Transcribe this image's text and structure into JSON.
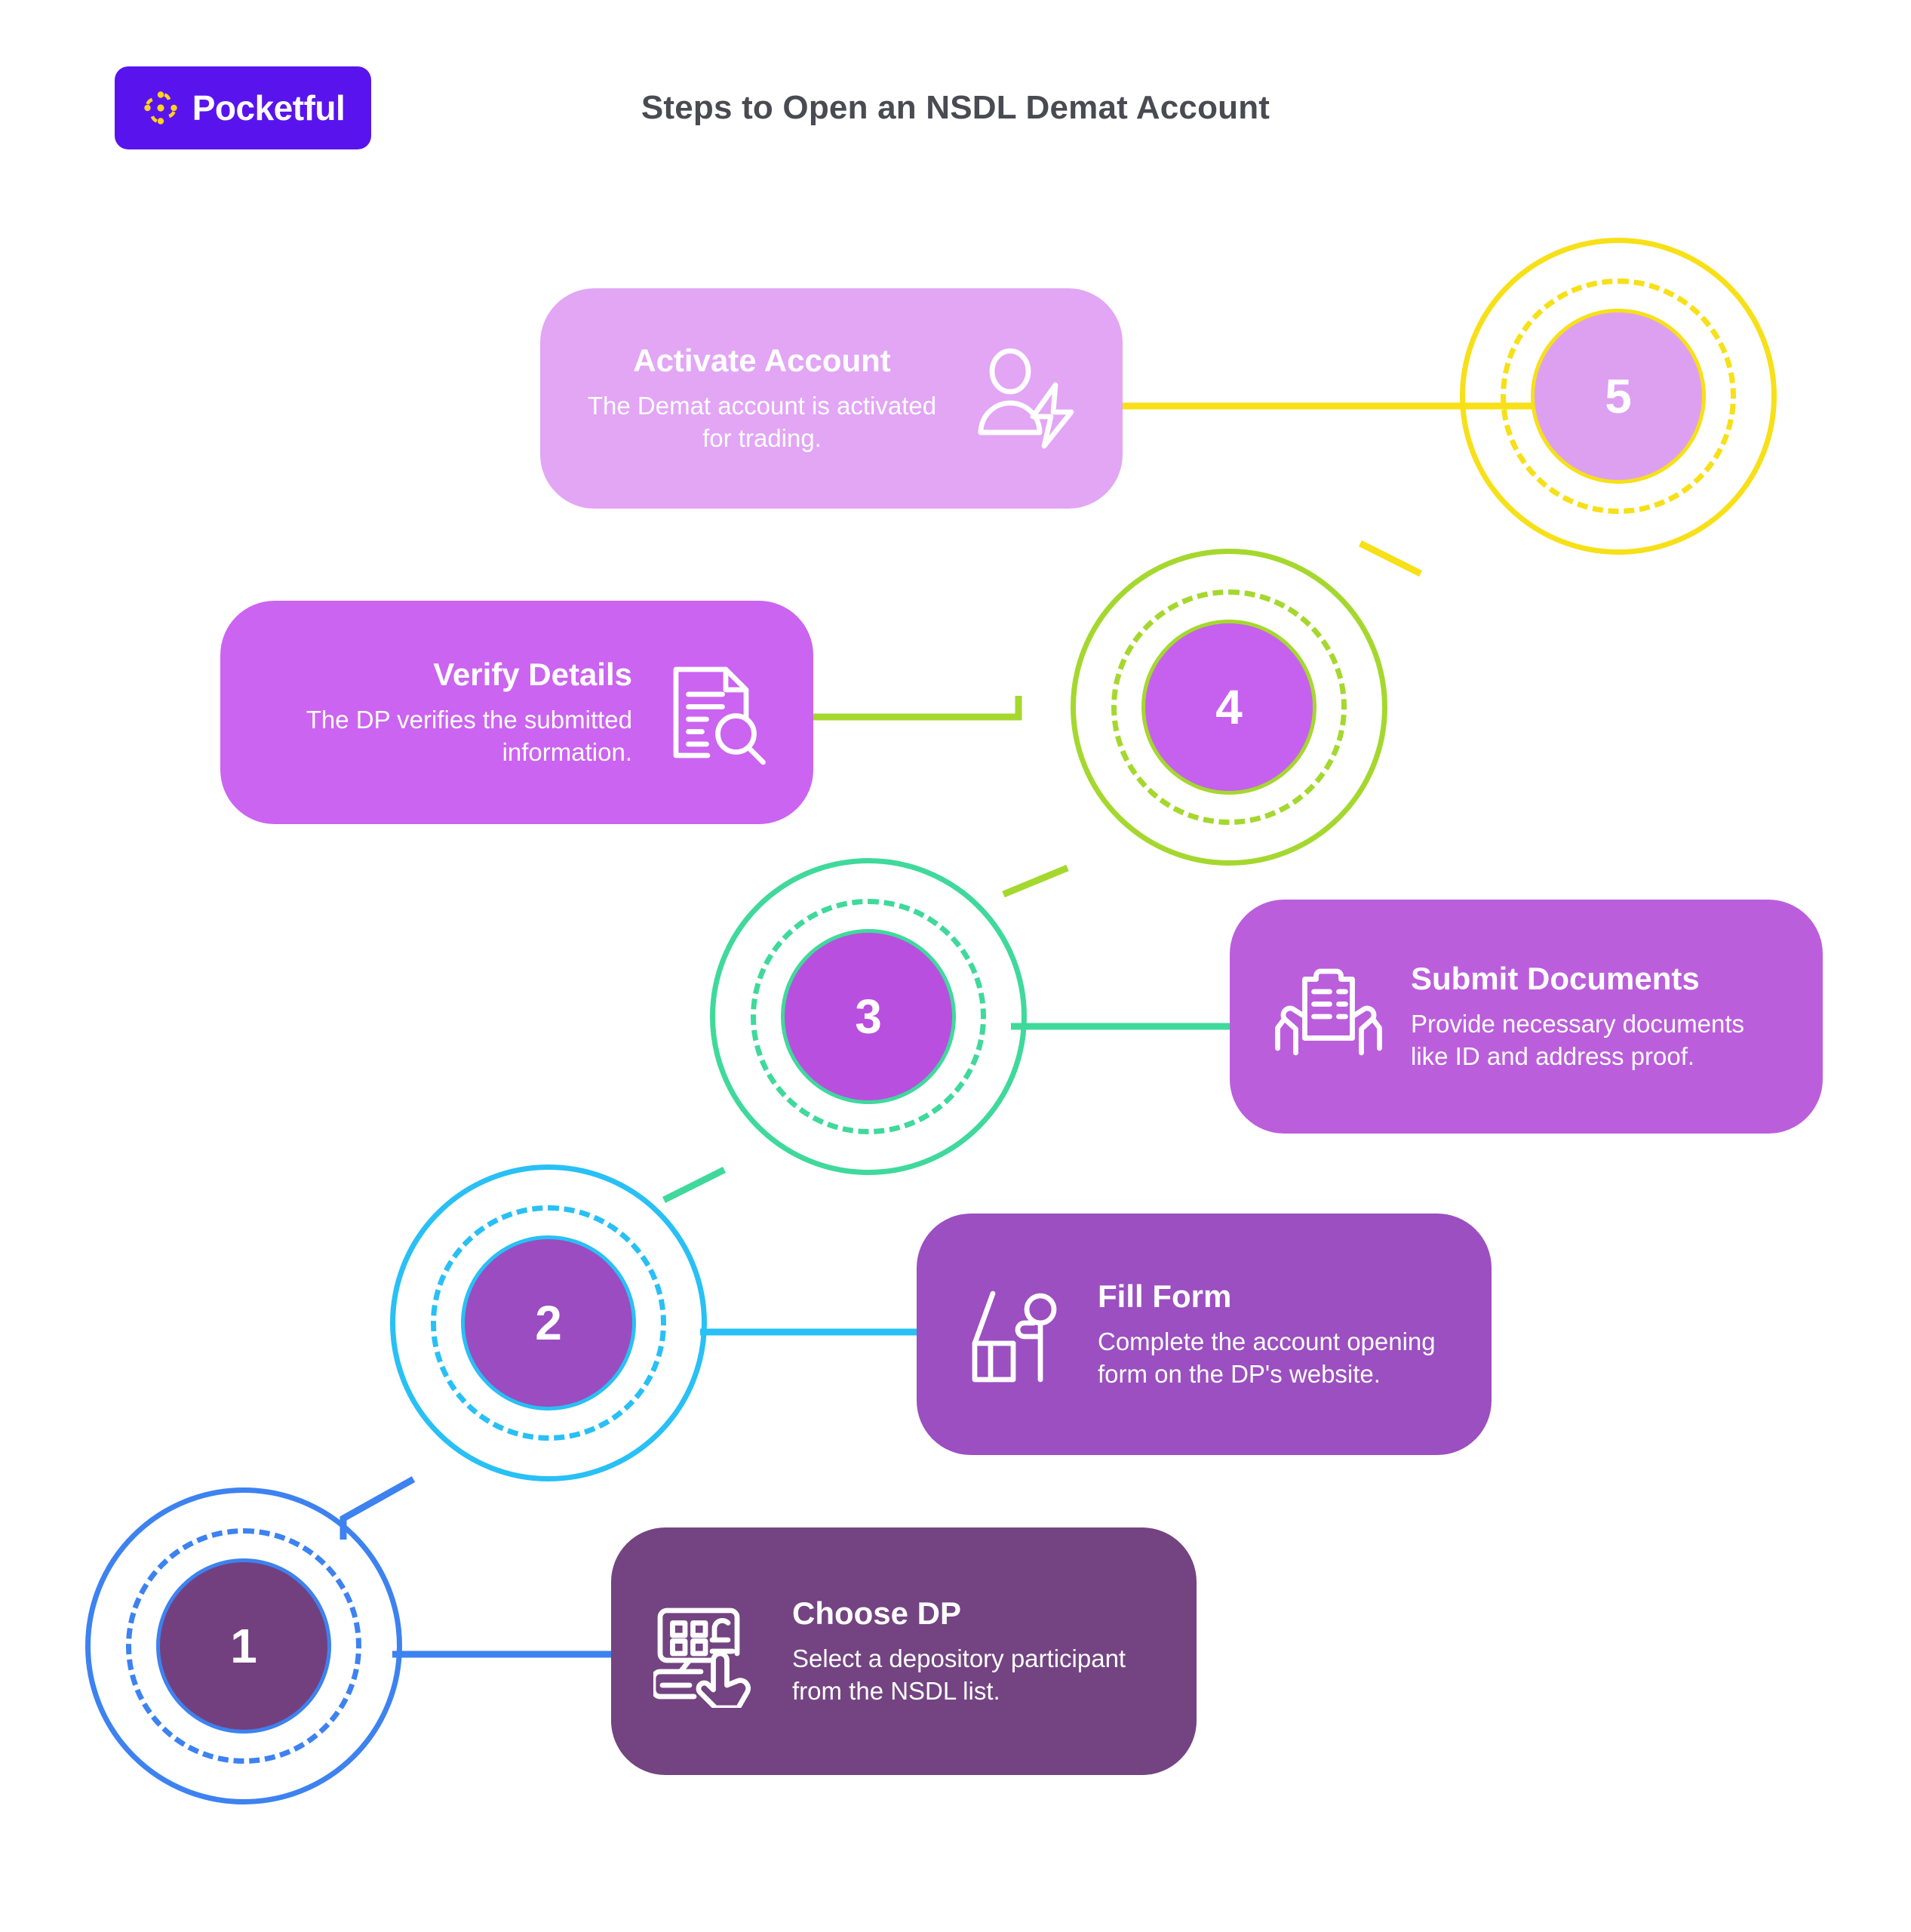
{
  "brand": {
    "name": "Pocketful",
    "badge_color": "#5914EE",
    "mark_color": "#FFD21E",
    "mark_icon": "starburst-icon"
  },
  "header": {
    "title": "Steps to Open an NSDL Demat Account",
    "title_color": "#4a4a52"
  },
  "steps": [
    {
      "number": "5",
      "title": "Activate Account",
      "description": "The Demat account is activated for trading.",
      "icon": "user-lightning-icon",
      "card_color": "#E2A6F5",
      "accent_color": "#F7E017",
      "core_color": "#DDA0F0",
      "align": "center"
    },
    {
      "number": "4",
      "title": "Verify Details",
      "description": "The DP verifies the submitted information.",
      "icon": "document-search-icon",
      "card_color": "#CB64F0",
      "accent_color": "#A5D82E",
      "core_color": "#C561EE",
      "align": "right"
    },
    {
      "number": "3",
      "title": "Submit Documents",
      "description": "Provide necessary documents like ID and address proof.",
      "icon": "hands-document-icon",
      "card_color": "#BB5EDC",
      "accent_color": "#3FD99C",
      "core_color": "#B94FDE",
      "align": "left"
    },
    {
      "number": "2",
      "title": "Fill Form",
      "description": "Complete the account opening form on the DP's website.",
      "icon": "person-desk-icon",
      "card_color": "#9B4FC0",
      "accent_color": "#28C0F5",
      "core_color": "#9A4CC0",
      "align": "left"
    },
    {
      "number": "1",
      "title": "Choose DP",
      "description": "Select a depository participant from the NSDL list.",
      "icon": "keypad-pound-hand-icon",
      "card_color": "#734481",
      "accent_color": "#3D82F0",
      "core_color": "#72407F",
      "align": "left"
    }
  ]
}
